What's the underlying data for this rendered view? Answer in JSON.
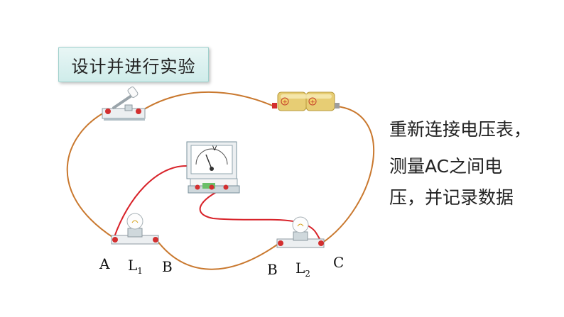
{
  "title": "设计并进行实验",
  "note_lines": [
    "重新连接电压表，",
    "测量AC之间电",
    "压，并记录数据"
  ],
  "labels": {
    "A": "A",
    "L1_letter": "L",
    "L1_sub": "1",
    "B_left": "B",
    "B_right": "B",
    "L2_letter": "L",
    "L2_sub": "2",
    "C": "C"
  },
  "voltmeter_unit": "V",
  "colors": {
    "outer_wire": "#c9782e",
    "meter_wire": "#d8232a",
    "title_bg": "#d8efed",
    "battery": "#e7cd74"
  }
}
